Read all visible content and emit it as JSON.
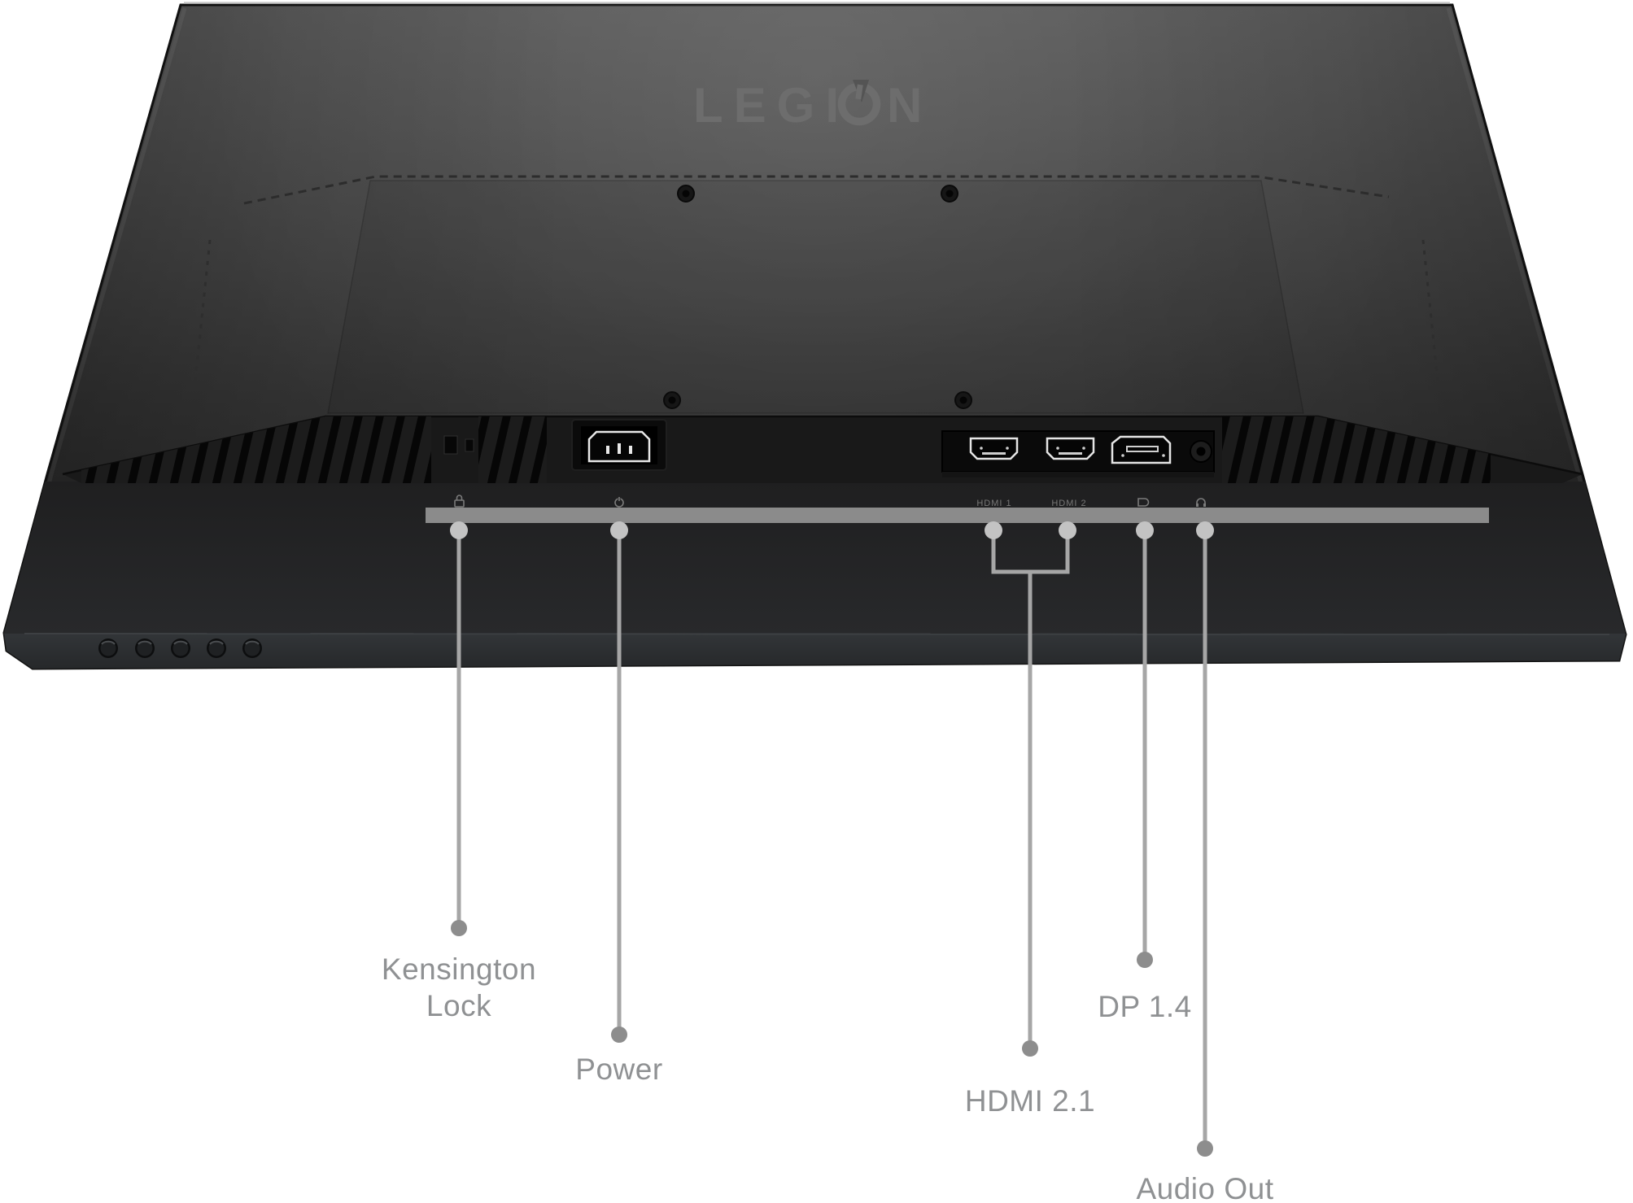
{
  "logo": {
    "text": "LEGION",
    "part1": "LEGI",
    "part2": "N",
    "emblem_icon": "legion-o-emblem"
  },
  "bezel_labels": {
    "kensington_icon": "lock-icon",
    "power_icon": "power-icon",
    "hdmi1": "HDMI 1",
    "hdmi2": "HDMI 2",
    "dp_icon": "displayport-icon",
    "audio_icon": "headphone-icon"
  },
  "ports_visible": {
    "hdmi_count": 2,
    "displayport_count": 1,
    "audio_jack_count": 1,
    "power_inlet_count": 1,
    "osd_button_count": 5
  },
  "callouts": {
    "kensington": {
      "line1": "Kensington",
      "line2": "Lock"
    },
    "power": {
      "label": "Power"
    },
    "hdmi": {
      "label": "HDMI 2.1"
    },
    "dp": {
      "label": "DP 1.4"
    },
    "audio": {
      "label": "Audio Out"
    }
  },
  "colors": {
    "background": "#ffffff",
    "body_top": "#585858",
    "body_bottom": "#2e2e2e",
    "chin": "#191919",
    "ruler_bar": "#8b8b8b",
    "callout_line": "#a6a6a6",
    "callout_dot_top": "#c3c3c3",
    "callout_dot_end": "#8d8d8d",
    "label_text": "#8f9193",
    "logo_text": "#6d6d6d",
    "port_outline": "#e5e5e5"
  }
}
